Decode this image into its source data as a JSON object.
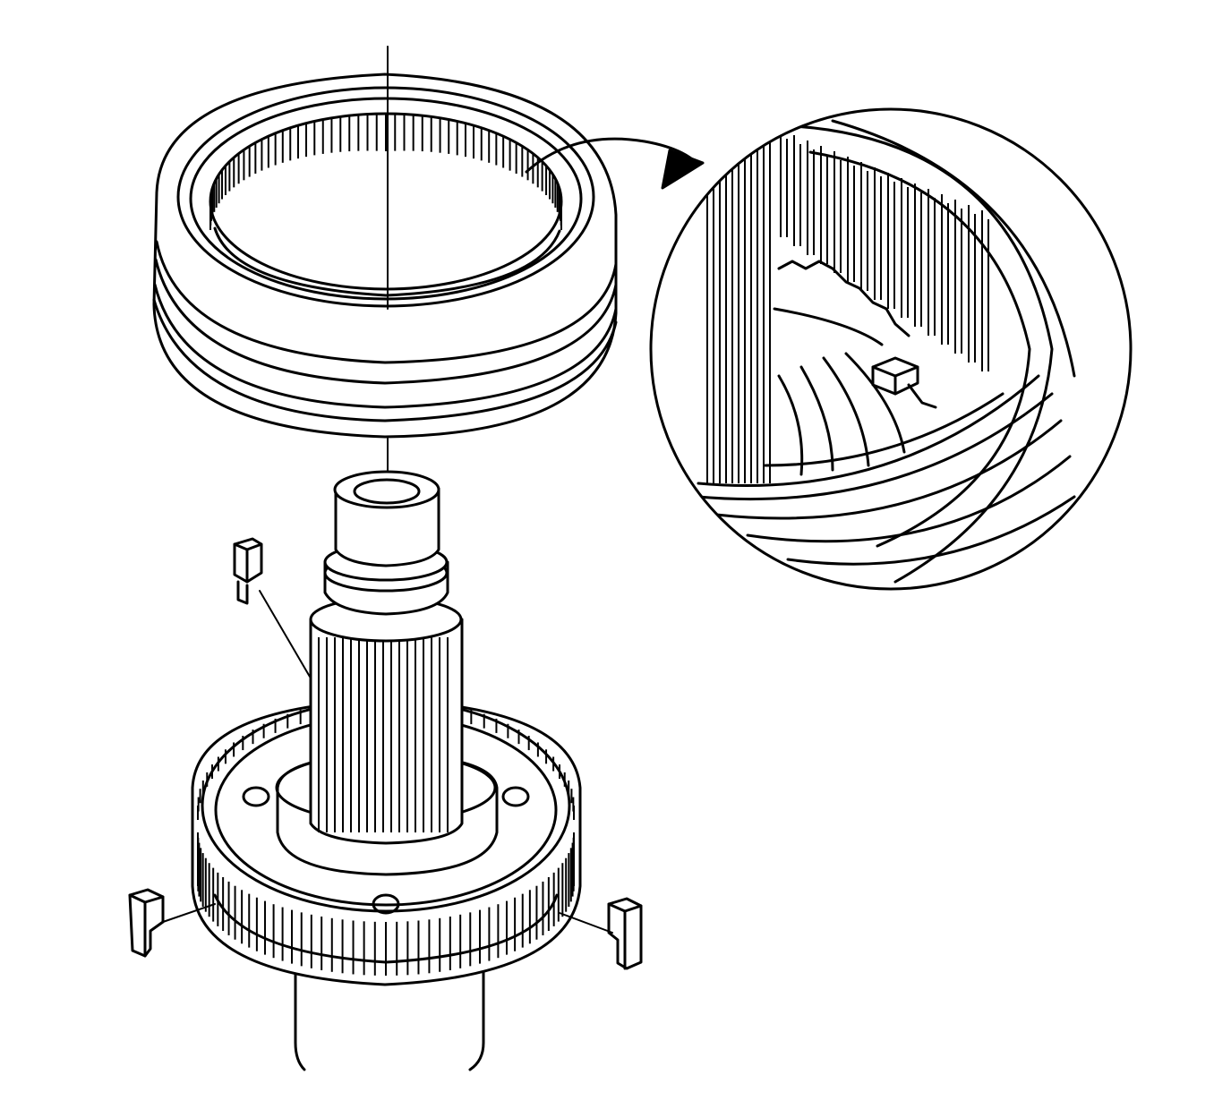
{
  "figure": {
    "kind": "exploded-assembly-line-drawing",
    "colors": {
      "ink": "#000000",
      "paper": "#ffffff"
    },
    "components": [
      "synchronizer-sleeve",
      "synchronizer-hub-with-shaft",
      "synchronizer-key",
      "detail-magnifier"
    ]
  }
}
